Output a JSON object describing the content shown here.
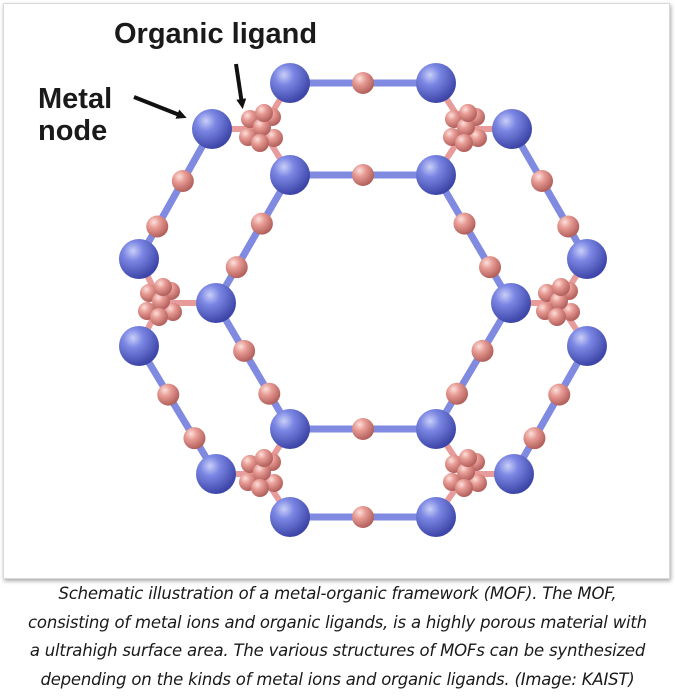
{
  "figure": {
    "labels": {
      "organic_ligand": "Organic ligand",
      "metal_node_line1": "Metal",
      "metal_node_line2": "node"
    },
    "colors": {
      "metal_node": "#5b6bd6",
      "ligand": "#e08a8a",
      "bond_metal": "#7f8ae0",
      "bond_ligand": "#e79b9b",
      "arrow": "#111111"
    }
  },
  "caption": {
    "lines": [
      "Schematic illustration of a metal-organic framework (MOF). The MOF,",
      "consisting of metal ions and organic ligands, is a highly porous material with",
      "a ultrahigh surface area. The various structures of MOFs can be synthesized",
      "depending on the kinds of metal ions and organic ligands. (Image: KAIST)"
    ]
  }
}
